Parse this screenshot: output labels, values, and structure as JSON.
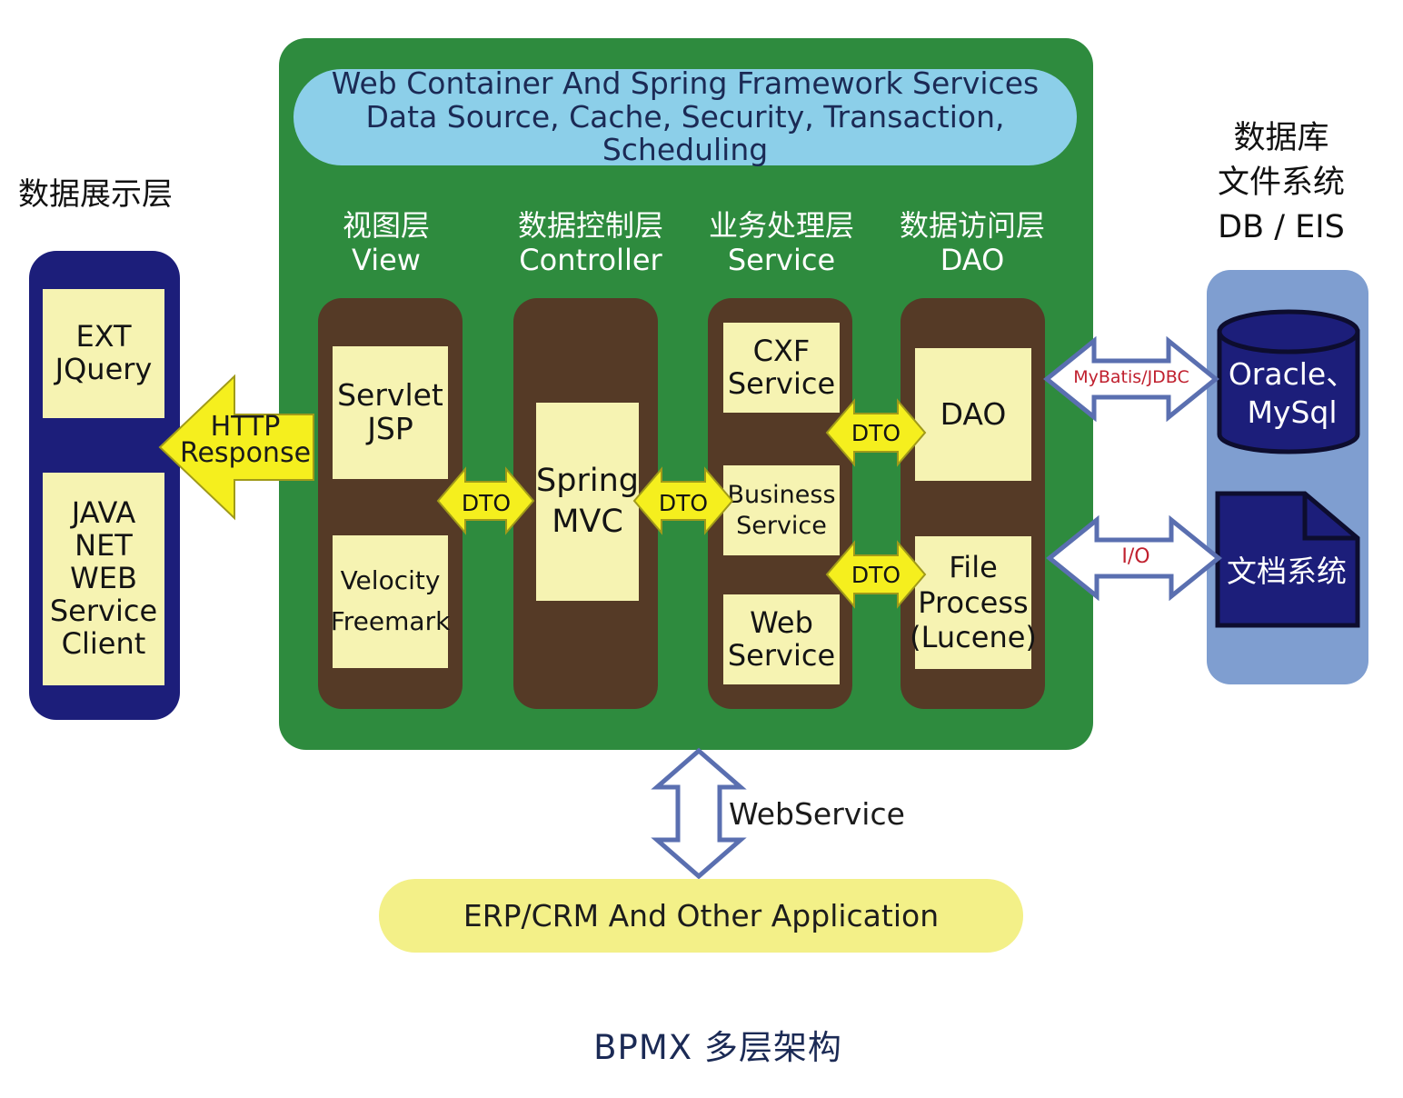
{
  "left": {
    "title": "数据展示层",
    "top_box": [
      "EXT",
      "JQuery"
    ],
    "bottom_box": [
      "JAVA",
      "NET",
      "WEB",
      "Service",
      "Client"
    ]
  },
  "container": {
    "services": [
      "Web Container And Spring Framework Services",
      "Data Source, Cache, Security, Transaction, Scheduling"
    ],
    "layers": {
      "view": [
        "视图层",
        "View"
      ],
      "controller": [
        "数据控制层",
        "Controller"
      ],
      "service": [
        "业务处理层",
        "Service"
      ],
      "dao": [
        "数据访问层",
        "DAO"
      ]
    },
    "boxes": {
      "servlet": [
        "Servlet",
        "JSP"
      ],
      "velocity": [
        "Velocity",
        "Freemark"
      ],
      "spring": [
        "Spring",
        "MVC"
      ],
      "cxf": [
        "CXF",
        "Service"
      ],
      "business": [
        "Business",
        "Service"
      ],
      "webservice": [
        "Web",
        "Service"
      ],
      "dao": [
        "DAO"
      ],
      "file": [
        "File",
        "Process",
        "(Lucene)"
      ]
    }
  },
  "arrows": {
    "http": [
      "HTTP",
      "Response"
    ],
    "dto": "DTO",
    "mybatis": "MyBatis/JDBC",
    "io": "I/O",
    "webservice": "WebService"
  },
  "right": {
    "title": [
      "数据库",
      "文件系统",
      "DB / EIS"
    ],
    "db": [
      "Oracle、",
      "MySql"
    ],
    "docs": "文档系统"
  },
  "erp": "ERP/CRM And Other Application",
  "caption": "BPMX 多层架构",
  "colors": {
    "green": "#2e8b3e",
    "navy": "#1c1e7a",
    "brown": "#553a26",
    "pale_yellow": "#f6f3b2",
    "yellow_arrow": "#f5ef1e",
    "light_blue": "#8ccfe9",
    "steel_blue": "#7f9ed0",
    "arrow_outline": "#5a6fb0"
  }
}
